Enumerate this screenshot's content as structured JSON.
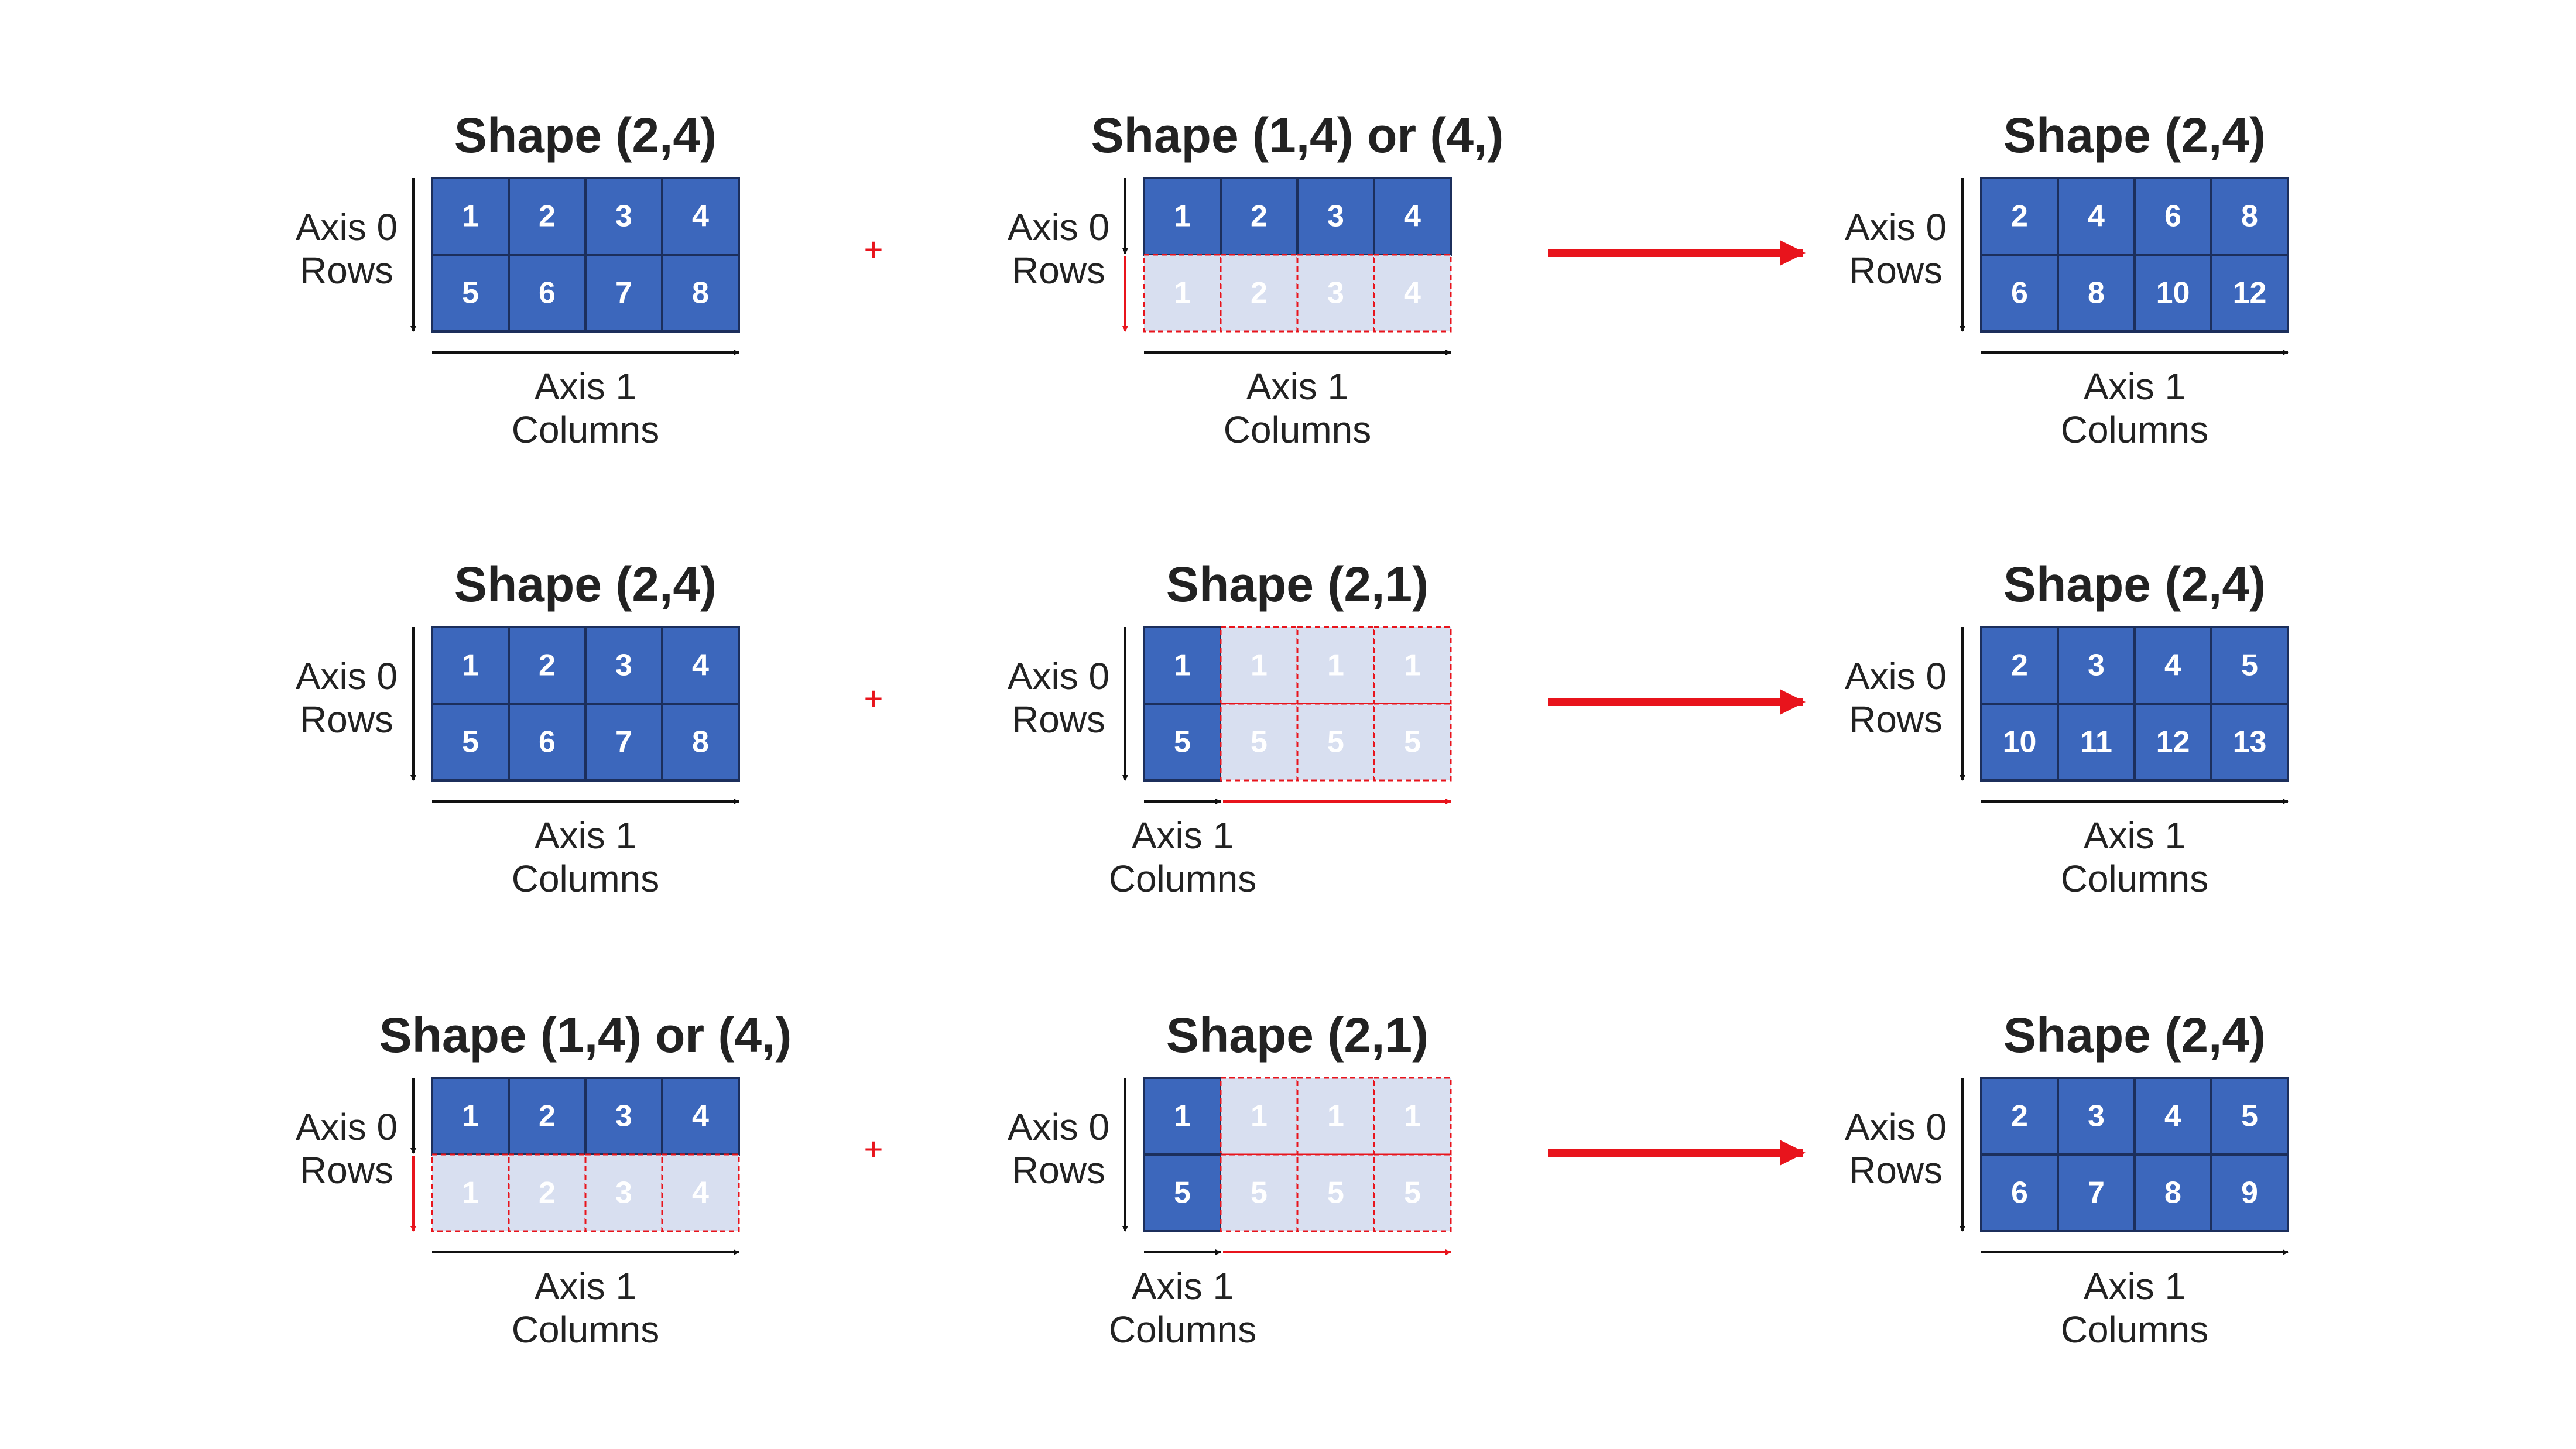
{
  "colors": {
    "cell_fill": "#3c67bc",
    "cell_stroke": "#1c2f5c",
    "cell_text": "#ffffff",
    "ghost_fill": "#d8dff0",
    "ghost_stroke": "#e8141c",
    "ghost_text": "#ffffff",
    "axis": "#111111",
    "accent": "#e8141c"
  },
  "labels": {
    "axis0": "Axis 0",
    "rows": "Rows",
    "axis1": "Axis 1",
    "columns": "Columns",
    "plus": "+"
  },
  "diagram": {
    "rows": [
      {
        "left": {
          "title": "Shape (2,4)",
          "cells": [
            [
              1,
              2,
              3,
              4
            ],
            [
              5,
              6,
              7,
              8
            ]
          ],
          "ghost": "none"
        },
        "middle": {
          "title": "Shape (1,4) or (4,)",
          "cells": [
            [
              1,
              2,
              3,
              4
            ],
            [
              1,
              2,
              3,
              4
            ]
          ],
          "ghost": "row"
        },
        "right": {
          "title": "Shape (2,4)",
          "cells": [
            [
              2,
              4,
              6,
              8
            ],
            [
              6,
              8,
              10,
              12
            ]
          ],
          "ghost": "none"
        }
      },
      {
        "left": {
          "title": "Shape (2,4)",
          "cells": [
            [
              1,
              2,
              3,
              4
            ],
            [
              5,
              6,
              7,
              8
            ]
          ],
          "ghost": "none"
        },
        "middle": {
          "title": "Shape (2,1)",
          "cells": [
            [
              1,
              1,
              1,
              1
            ],
            [
              5,
              5,
              5,
              5
            ]
          ],
          "ghost": "col"
        },
        "right": {
          "title": "Shape (2,4)",
          "cells": [
            [
              2,
              3,
              4,
              5
            ],
            [
              10,
              11,
              12,
              13
            ]
          ],
          "ghost": "none"
        }
      },
      {
        "left": {
          "title": "Shape (1,4) or (4,)",
          "cells": [
            [
              1,
              2,
              3,
              4
            ],
            [
              1,
              2,
              3,
              4
            ]
          ],
          "ghost": "row"
        },
        "middle": {
          "title": "Shape (2,1)",
          "cells": [
            [
              1,
              1,
              1,
              1
            ],
            [
              5,
              5,
              5,
              5
            ]
          ],
          "ghost": "col"
        },
        "right": {
          "title": "Shape (2,4)",
          "cells": [
            [
              2,
              3,
              4,
              5
            ],
            [
              6,
              7,
              8,
              9
            ]
          ],
          "ghost": "none"
        }
      }
    ]
  }
}
